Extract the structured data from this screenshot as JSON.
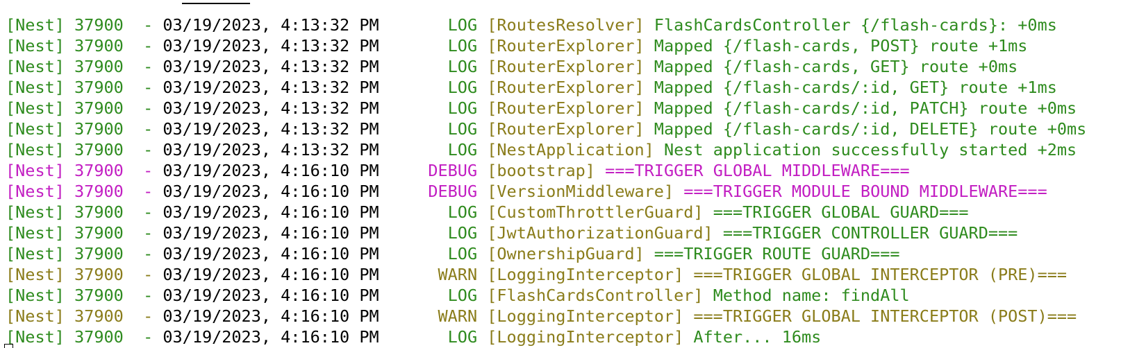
{
  "colors": {
    "LOG": "#2e8b1e",
    "DEBUG": "#c21ec2",
    "WARN": "#8a7c1a",
    "context": "#8a7c1a"
  },
  "lines": [
    {
      "prefix": "[Nest] 37900  - ",
      "timestamp": "03/19/2023, 4:13:32 PM",
      "level": "LOG",
      "context": "[RoutesResolver]",
      "message": "FlashCardsController {/flash-cards}: +0ms"
    },
    {
      "prefix": "[Nest] 37900  - ",
      "timestamp": "03/19/2023, 4:13:32 PM",
      "level": "LOG",
      "context": "[RouterExplorer]",
      "message": "Mapped {/flash-cards, POST} route +1ms"
    },
    {
      "prefix": "[Nest] 37900  - ",
      "timestamp": "03/19/2023, 4:13:32 PM",
      "level": "LOG",
      "context": "[RouterExplorer]",
      "message": "Mapped {/flash-cards, GET} route +0ms"
    },
    {
      "prefix": "[Nest] 37900  - ",
      "timestamp": "03/19/2023, 4:13:32 PM",
      "level": "LOG",
      "context": "[RouterExplorer]",
      "message": "Mapped {/flash-cards/:id, GET} route +1ms"
    },
    {
      "prefix": "[Nest] 37900  - ",
      "timestamp": "03/19/2023, 4:13:32 PM",
      "level": "LOG",
      "context": "[RouterExplorer]",
      "message": "Mapped {/flash-cards/:id, PATCH} route +0ms"
    },
    {
      "prefix": "[Nest] 37900  - ",
      "timestamp": "03/19/2023, 4:13:32 PM",
      "level": "LOG",
      "context": "[RouterExplorer]",
      "message": "Mapped {/flash-cards/:id, DELETE} route +0ms"
    },
    {
      "prefix": "[Nest] 37900  - ",
      "timestamp": "03/19/2023, 4:13:32 PM",
      "level": "LOG",
      "context": "[NestApplication]",
      "message": "Nest application successfully started +2ms"
    },
    {
      "prefix": "[Nest] 37900  - ",
      "timestamp": "03/19/2023, 4:16:10 PM",
      "level": "DEBUG",
      "context": "[bootstrap]",
      "message": "===TRIGGER GLOBAL MIDDLEWARE==="
    },
    {
      "prefix": "[Nest] 37900  - ",
      "timestamp": "03/19/2023, 4:16:10 PM",
      "level": "DEBUG",
      "context": "[VersionMiddleware]",
      "message": "===TRIGGER MODULE BOUND MIDDLEWARE==="
    },
    {
      "prefix": "[Nest] 37900  - ",
      "timestamp": "03/19/2023, 4:16:10 PM",
      "level": "LOG",
      "context": "[CustomThrottlerGuard]",
      "message": "===TRIGGER GLOBAL GUARD==="
    },
    {
      "prefix": "[Nest] 37900  - ",
      "timestamp": "03/19/2023, 4:16:10 PM",
      "level": "LOG",
      "context": "[JwtAuthorizationGuard]",
      "message": "===TRIGGER CONTROLLER GUARD==="
    },
    {
      "prefix": "[Nest] 37900  - ",
      "timestamp": "03/19/2023, 4:16:10 PM",
      "level": "LOG",
      "context": "[OwnershipGuard]",
      "message": "===TRIGGER ROUTE GUARD==="
    },
    {
      "prefix": "[Nest] 37900  - ",
      "timestamp": "03/19/2023, 4:16:10 PM",
      "level": "WARN",
      "context": "[LoggingInterceptor]",
      "message": "===TRIGGER GLOBAL INTERCEPTOR (PRE)==="
    },
    {
      "prefix": "[Nest] 37900  - ",
      "timestamp": "03/19/2023, 4:16:10 PM",
      "level": "LOG",
      "context": "[FlashCardsController]",
      "message": "Method name: findAll"
    },
    {
      "prefix": "[Nest] 37900  - ",
      "timestamp": "03/19/2023, 4:16:10 PM",
      "level": "WARN",
      "context": "[LoggingInterceptor]",
      "message": "===TRIGGER GLOBAL INTERCEPTOR (POST)==="
    },
    {
      "prefix": "[Nest] 37900  - ",
      "timestamp": "03/19/2023, 4:16:10 PM",
      "level": "LOG",
      "context": "[LoggingInterceptor]",
      "message": "After... 16ms"
    }
  ]
}
